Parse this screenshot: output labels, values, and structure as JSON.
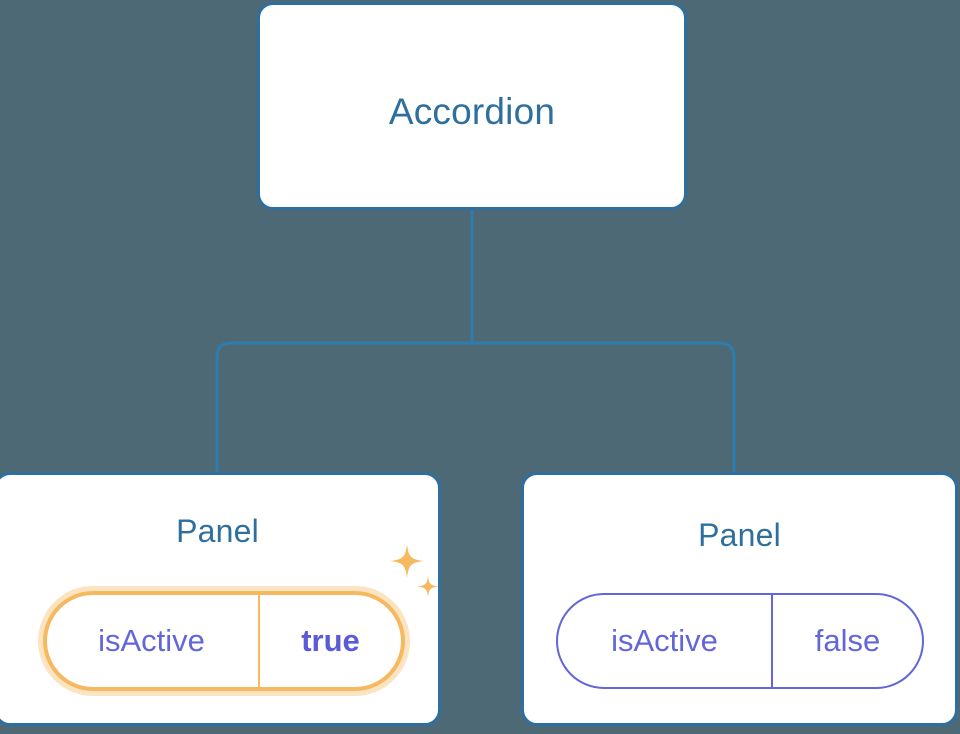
{
  "diagram": {
    "type": "component-tree",
    "background_color": "#4c6975",
    "node_border_color": "#2f6f9f",
    "title_color": "#2e6f9e",
    "prop_text_color": "#6366d8",
    "highlight_color": "#f6b95f",
    "root": {
      "label": "Accordion"
    },
    "children": [
      {
        "label": "Panel",
        "highlighted": true,
        "prop": {
          "key": "isActive",
          "value": "true"
        },
        "decoration": "sparkles-icon"
      },
      {
        "label": "Panel",
        "highlighted": false,
        "prop": {
          "key": "isActive",
          "value": "false"
        }
      }
    ]
  }
}
